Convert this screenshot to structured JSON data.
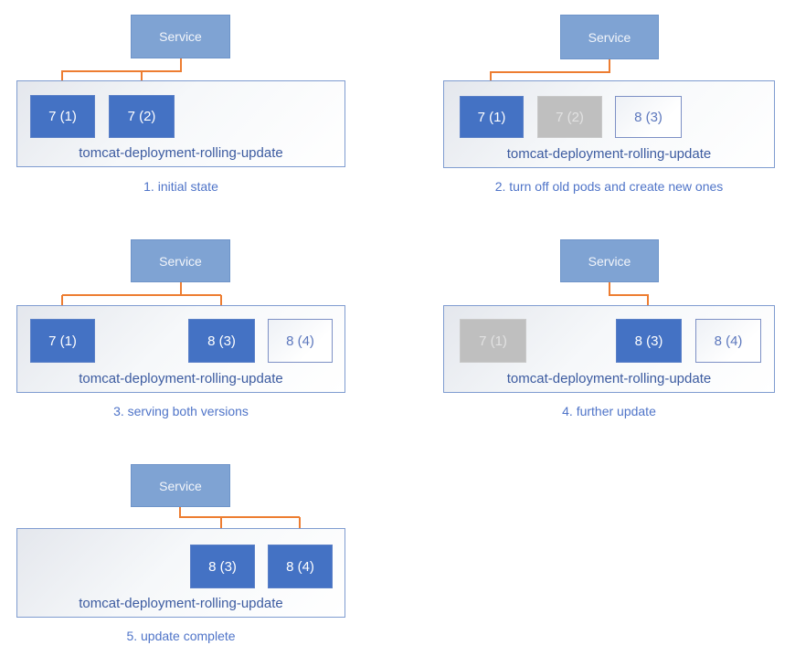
{
  "colors": {
    "service_fill": "#7FA3D3",
    "service_border": "#6E94C9",
    "service_text": "#F2F5FA",
    "pod_active": "#4472C4",
    "pod_terminated": "#BFBFBF",
    "pod_terminated_text": "#E2E2E2",
    "pod_new_border": "#7D90C5",
    "pod_new_text": "#5C77BD",
    "container_border": "#7F9CD0",
    "container_fill_start": "#E4E7ED",
    "container_fill_end": "#FFFFFF",
    "arrow": "#ED7D31",
    "label_text": "#3C5BA0",
    "caption_text": "#4F74C8"
  },
  "panels": [
    {
      "service_label": "Service",
      "deployment_label": "tomcat-deployment-rolling-update",
      "caption": "1. initial state",
      "pods": [
        {
          "label": "7 (1)",
          "state": "active",
          "receiving_traffic": true
        },
        {
          "label": "7 (2)",
          "state": "active",
          "receiving_traffic": true
        }
      ]
    },
    {
      "service_label": "Service",
      "deployment_label": "tomcat-deployment-rolling-update",
      "caption": "2. turn off old pods and create new ones",
      "pods": [
        {
          "label": "7 (1)",
          "state": "active",
          "receiving_traffic": true
        },
        {
          "label": "7 (2)",
          "state": "terminated",
          "receiving_traffic": false
        },
        {
          "label": "8 (3)",
          "state": "new",
          "receiving_traffic": false
        }
      ]
    },
    {
      "service_label": "Service",
      "deployment_label": "tomcat-deployment-rolling-update",
      "caption": "3. serving both versions",
      "pods": [
        {
          "label": "7 (1)",
          "state": "active",
          "receiving_traffic": true
        },
        {
          "label": "8 (3)",
          "state": "active",
          "receiving_traffic": true
        },
        {
          "label": "8 (4)",
          "state": "new",
          "receiving_traffic": false
        }
      ]
    },
    {
      "service_label": "Service",
      "deployment_label": "tomcat-deployment-rolling-update",
      "caption": "4. further update",
      "pods": [
        {
          "label": "7 (1)",
          "state": "terminated",
          "receiving_traffic": false
        },
        {
          "label": "8 (3)",
          "state": "active",
          "receiving_traffic": true
        },
        {
          "label": "8 (4)",
          "state": "new",
          "receiving_traffic": false
        }
      ]
    },
    {
      "service_label": "Service",
      "deployment_label": "tomcat-deployment-rolling-update",
      "caption": "5. update complete",
      "pods": [
        {
          "label": "8 (3)",
          "state": "active",
          "receiving_traffic": true
        },
        {
          "label": "8 (4)",
          "state": "active",
          "receiving_traffic": true
        }
      ]
    }
  ]
}
